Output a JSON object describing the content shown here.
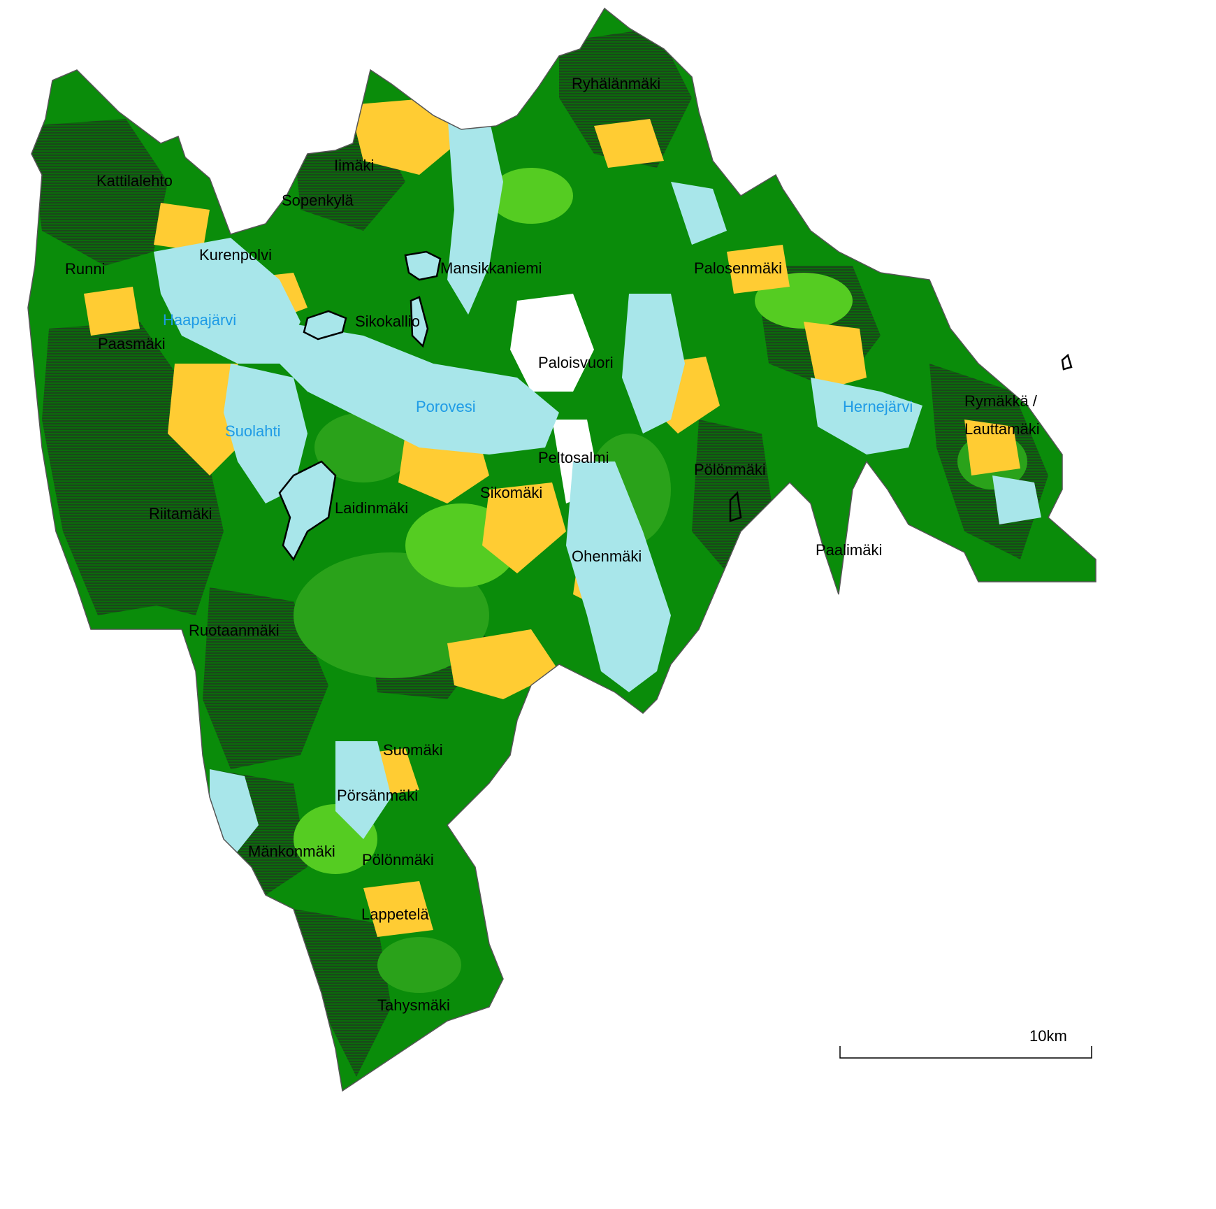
{
  "map": {
    "colors": {
      "forest_dark": "#0b6b0b",
      "forest": "#0a8c0a",
      "forest_mid": "#2aa21a",
      "forest_light": "#55cc22",
      "field_yellow": "#ffcc33",
      "water": "#a8e6ea",
      "hatch": "#1f3d1f",
      "boundary": "#000000",
      "brown_line": "#7a5a3a",
      "label": "#000000",
      "water_label": "#1e9be6"
    },
    "place_labels": [
      "Ryhälänmäki",
      "Iimäki",
      "Kattilalehto",
      "Sopenkylä",
      "Kurenpolvi",
      "Runni",
      "Mansikkaniemi",
      "Palosenmäki",
      "Sikokallio",
      "Paasmäki",
      "Paloisvuori",
      "Rymäkkä /",
      "Lauttamäki",
      "Peltosalmi",
      "Pölönmäki",
      "Sikomäki",
      "Laidinmäki",
      "Riitamäki",
      "Paalimäki",
      "Ohenmäki",
      "Ruotaanmäki",
      "Suomäki",
      "Pörsänmäki",
      "Mänkonmäki",
      "Pölönmäki",
      "Lappetelä",
      "Tahysmäki"
    ],
    "water_labels": [
      "Haapajärvi",
      "Porovesi",
      "Suolahti",
      "Hernejärvi"
    ],
    "scale_bar": {
      "label": "10km"
    }
  }
}
